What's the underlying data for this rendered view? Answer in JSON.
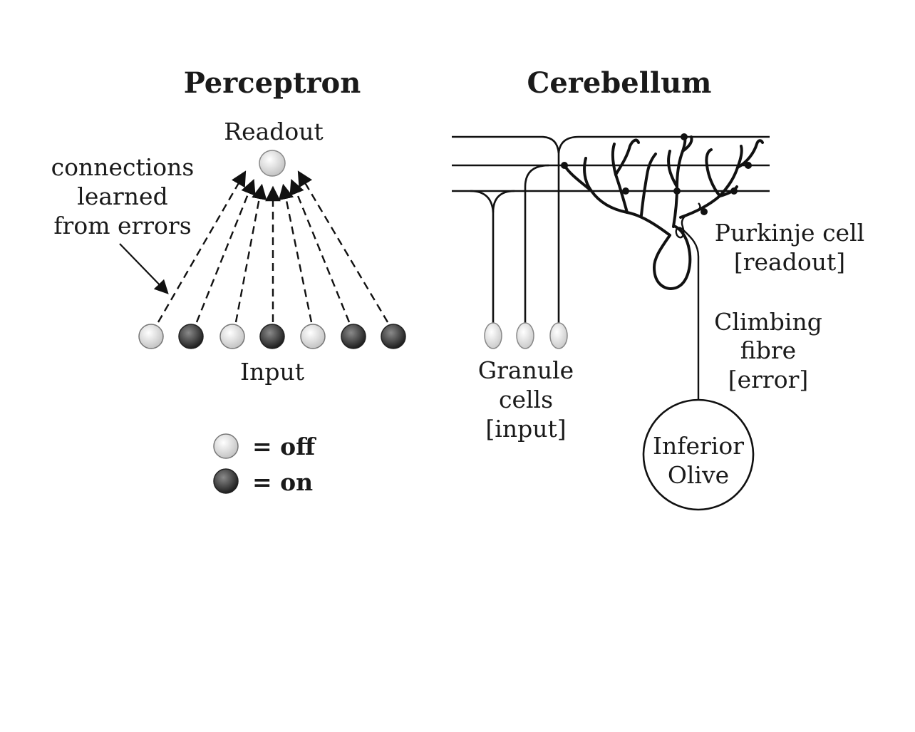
{
  "perceptron": {
    "title": "Perceptron",
    "readout_label": "Readout",
    "annotation_lines": [
      "connections",
      "learned",
      "from errors"
    ],
    "input_label": "Input",
    "input_states": [
      "off",
      "on",
      "off",
      "on",
      "off",
      "on",
      "on"
    ],
    "legend": {
      "off_label": "= off",
      "on_label": "= on"
    }
  },
  "cerebellum": {
    "title": "Cerebellum",
    "purkinje_label_lines": [
      "Purkinje cell",
      "[readout]"
    ],
    "climbing_label_lines": [
      "Climbing",
      "fibre",
      "[error]"
    ],
    "granule_label_lines": [
      "Granule",
      "cells",
      "[input]"
    ],
    "olive_label_lines": [
      "Inferior",
      "Olive"
    ]
  },
  "colors": {
    "ink": "#111111",
    "off_fill": "#e6e6e6",
    "on_fill": "#3a3a3a"
  }
}
